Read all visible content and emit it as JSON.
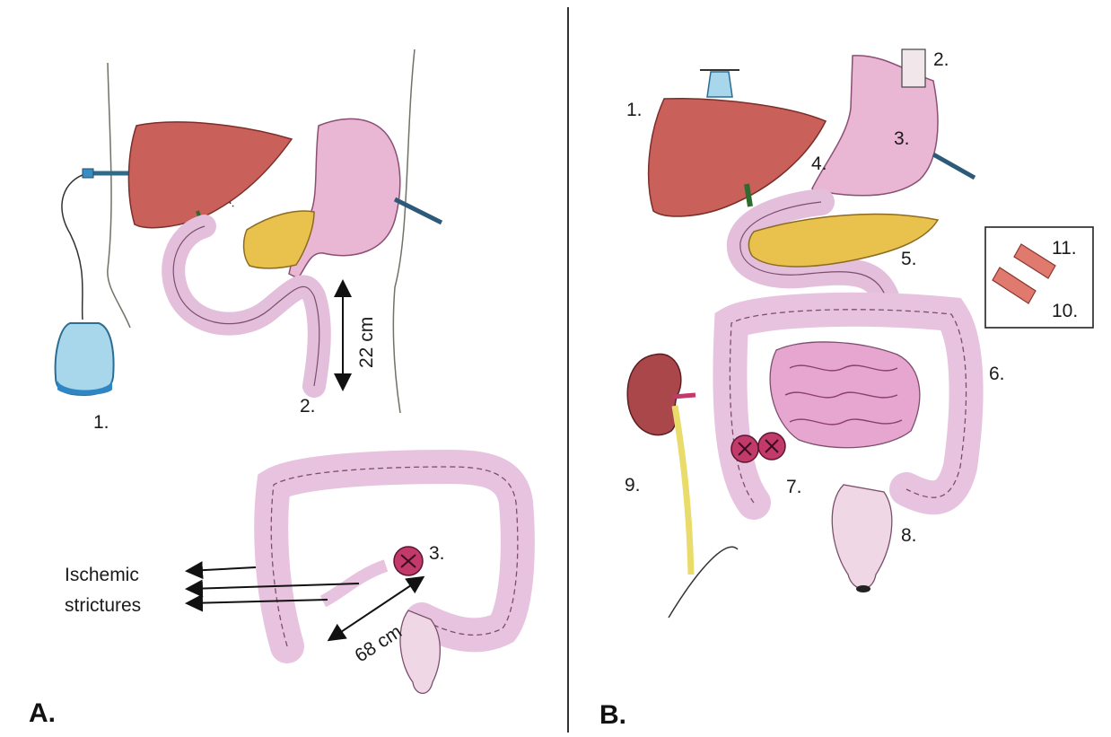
{
  "panel_a": {
    "label": "A.",
    "markers": [
      "1.",
      "2.",
      "3."
    ],
    "measure_upper": "22 cm",
    "measure_lower": "68 cm",
    "stricture_line1": "Ischemic",
    "stricture_line2": "strictures"
  },
  "panel_b": {
    "label": "B.",
    "markers": [
      "1.",
      "2.",
      "3.",
      "4.",
      "5.",
      "6.",
      "7.",
      "8.",
      "9.",
      "10.",
      "11."
    ]
  },
  "colors": {
    "liver": "#c9605a",
    "stomach": "#e9b6d4",
    "pancreas": "#e8c24c",
    "colon": "#e7c3df",
    "device": "#a8d6ea",
    "kidney": "#a9474b",
    "stoma": "#c23a6a"
  }
}
